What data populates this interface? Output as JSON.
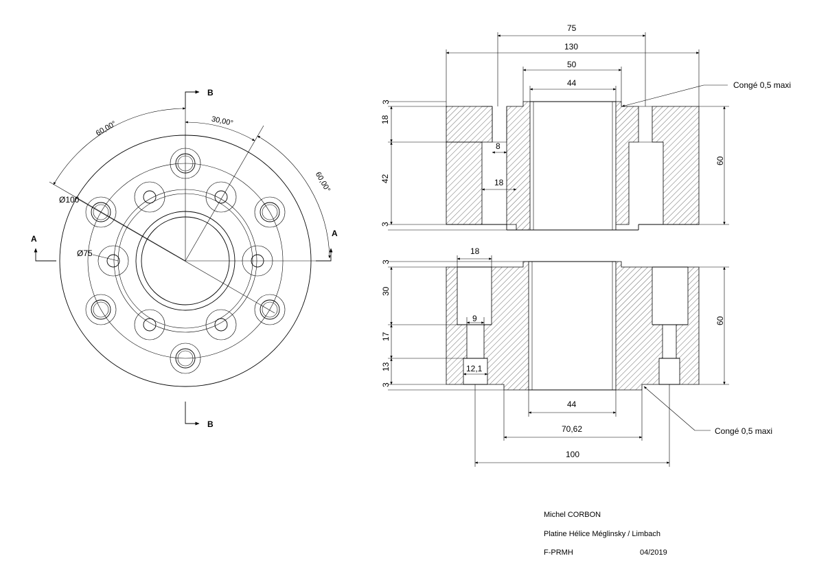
{
  "front_view": {
    "section_a_label": "A",
    "section_b_label": "B",
    "angle_left": "60,00°",
    "angle_top": "30,00°",
    "angle_right": "60,00°",
    "dia_100": "Ø100",
    "dia_75": "Ø75"
  },
  "section_aa": {
    "dim_75": "75",
    "dim_130": "130",
    "dim_50": "50",
    "dim_44": "44",
    "dim_3_top": "3",
    "dim_18": "18",
    "dim_42": "42",
    "dim_3_bottom": "3",
    "dim_8": "8",
    "dim_18_bore": "18",
    "dim_60": "60",
    "note_fillet": "Congé 0,5 maxi"
  },
  "section_bb": {
    "dim_18": "18",
    "dim_3_top": "3",
    "dim_30": "30",
    "dim_9": "9",
    "dim_17": "17",
    "dim_13": "13",
    "dim_12_1": "12,1",
    "dim_3_bottom": "3",
    "dim_60": "60",
    "dim_44": "44",
    "dim_70_62": "70,62",
    "dim_100": "100",
    "note_fillet": "Congé 0,5 maxi"
  },
  "title_block": {
    "author": "Michel CORBON",
    "title": "Platine Hélice Méglinsky / Limbach",
    "registration": "F-PRMH",
    "date": "04/2019"
  }
}
